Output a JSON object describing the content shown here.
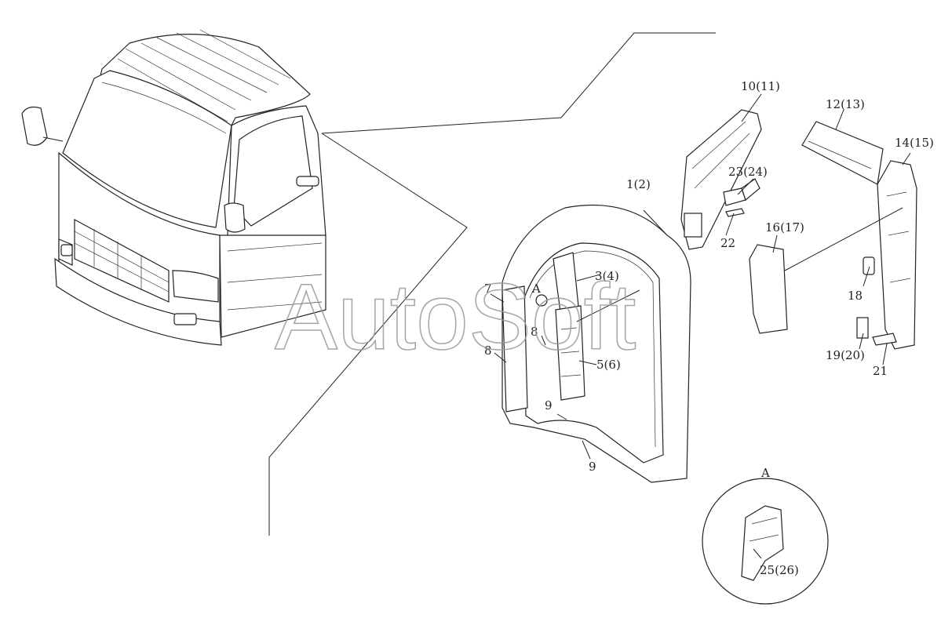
{
  "watermark": "AutoSoft",
  "detail_label": "A",
  "callouts": {
    "c1": "1(2)",
    "c3": "3(4)",
    "c5": "5(6)",
    "c7": "7",
    "c8a": "8",
    "c8b": "8",
    "c9a": "9",
    "c9b": "9",
    "cA": "A",
    "c10": "10(11)",
    "c12": "12(13)",
    "c14": "14(15)",
    "c16": "16(17)",
    "c18": "18",
    "c19": "19(20)",
    "c21": "21",
    "c22": "22",
    "c23": "23(24)",
    "c25": "25(26)"
  }
}
